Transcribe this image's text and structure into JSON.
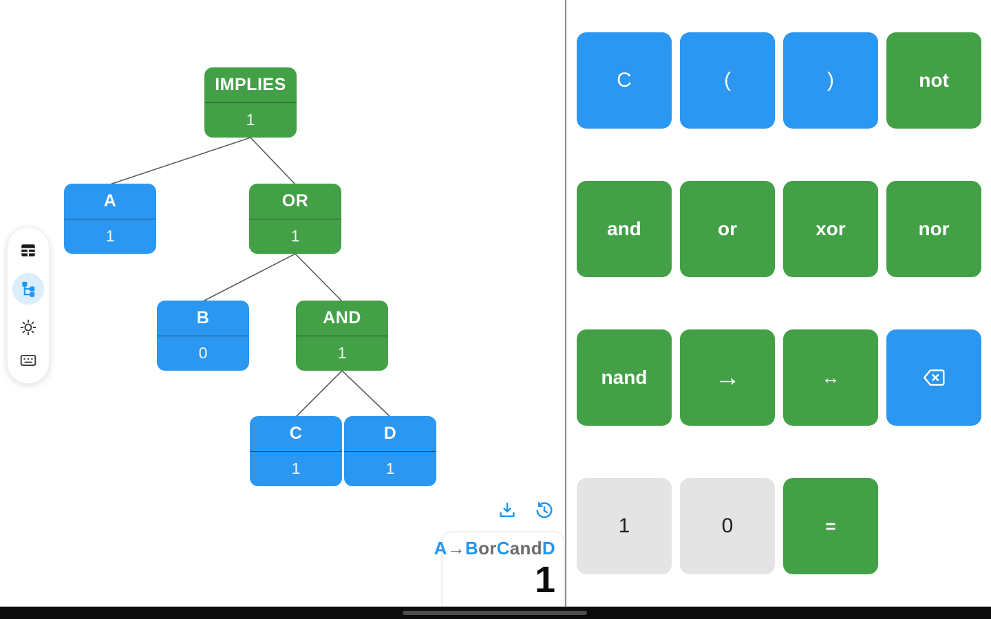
{
  "colors": {
    "variable_blue": "#2b97f0",
    "operator_green": "#43a047",
    "neutral_key_gray": "#e4e4e4",
    "accent_blue": "#2196f3"
  },
  "tree": {
    "nodes": {
      "implies": {
        "label": "IMPLIES",
        "value": "1",
        "kind": "operator"
      },
      "a": {
        "label": "A",
        "value": "1",
        "kind": "variable"
      },
      "or": {
        "label": "OR",
        "value": "1",
        "kind": "operator"
      },
      "b": {
        "label": "B",
        "value": "0",
        "kind": "variable"
      },
      "and": {
        "label": "AND",
        "value": "1",
        "kind": "operator"
      },
      "c": {
        "label": "C",
        "value": "1",
        "kind": "variable"
      },
      "d": {
        "label": "D",
        "value": "1",
        "kind": "variable"
      }
    }
  },
  "sidebar": {
    "items": [
      {
        "icon": "table-icon",
        "active": false
      },
      {
        "icon": "tree-view-icon",
        "active": true
      },
      {
        "icon": "brightness-icon",
        "active": false
      },
      {
        "icon": "keyboard-icon",
        "active": false
      }
    ]
  },
  "toolbar": {
    "icons": [
      "download-icon",
      "history-icon"
    ]
  },
  "expression": {
    "tokens": [
      {
        "text": "A",
        "kind": "variable"
      },
      {
        "text": "→",
        "kind": "operator"
      },
      {
        "text": "B",
        "kind": "variable"
      },
      {
        "text": "or",
        "kind": "operator"
      },
      {
        "text": "C",
        "kind": "variable"
      },
      {
        "text": "and",
        "kind": "operator"
      },
      {
        "text": "D",
        "kind": "variable"
      }
    ],
    "result": "1"
  },
  "keypad": {
    "rows": [
      {
        "keys": [
          {
            "label": "C"
          },
          {
            "label": "("
          },
          {
            "label": ")"
          },
          {
            "label": "not"
          }
        ]
      },
      {
        "keys": [
          {
            "label": "and"
          },
          {
            "label": "or"
          },
          {
            "label": "xor"
          },
          {
            "label": "nor"
          }
        ]
      },
      {
        "keys": [
          {
            "label": "nand"
          },
          {
            "label": "→"
          },
          {
            "label": "↔"
          },
          {
            "label": "",
            "icon": "backspace-icon"
          }
        ]
      },
      {
        "keys": [
          {
            "label": "1"
          },
          {
            "label": "0"
          },
          {
            "label": "="
          }
        ]
      }
    ]
  }
}
